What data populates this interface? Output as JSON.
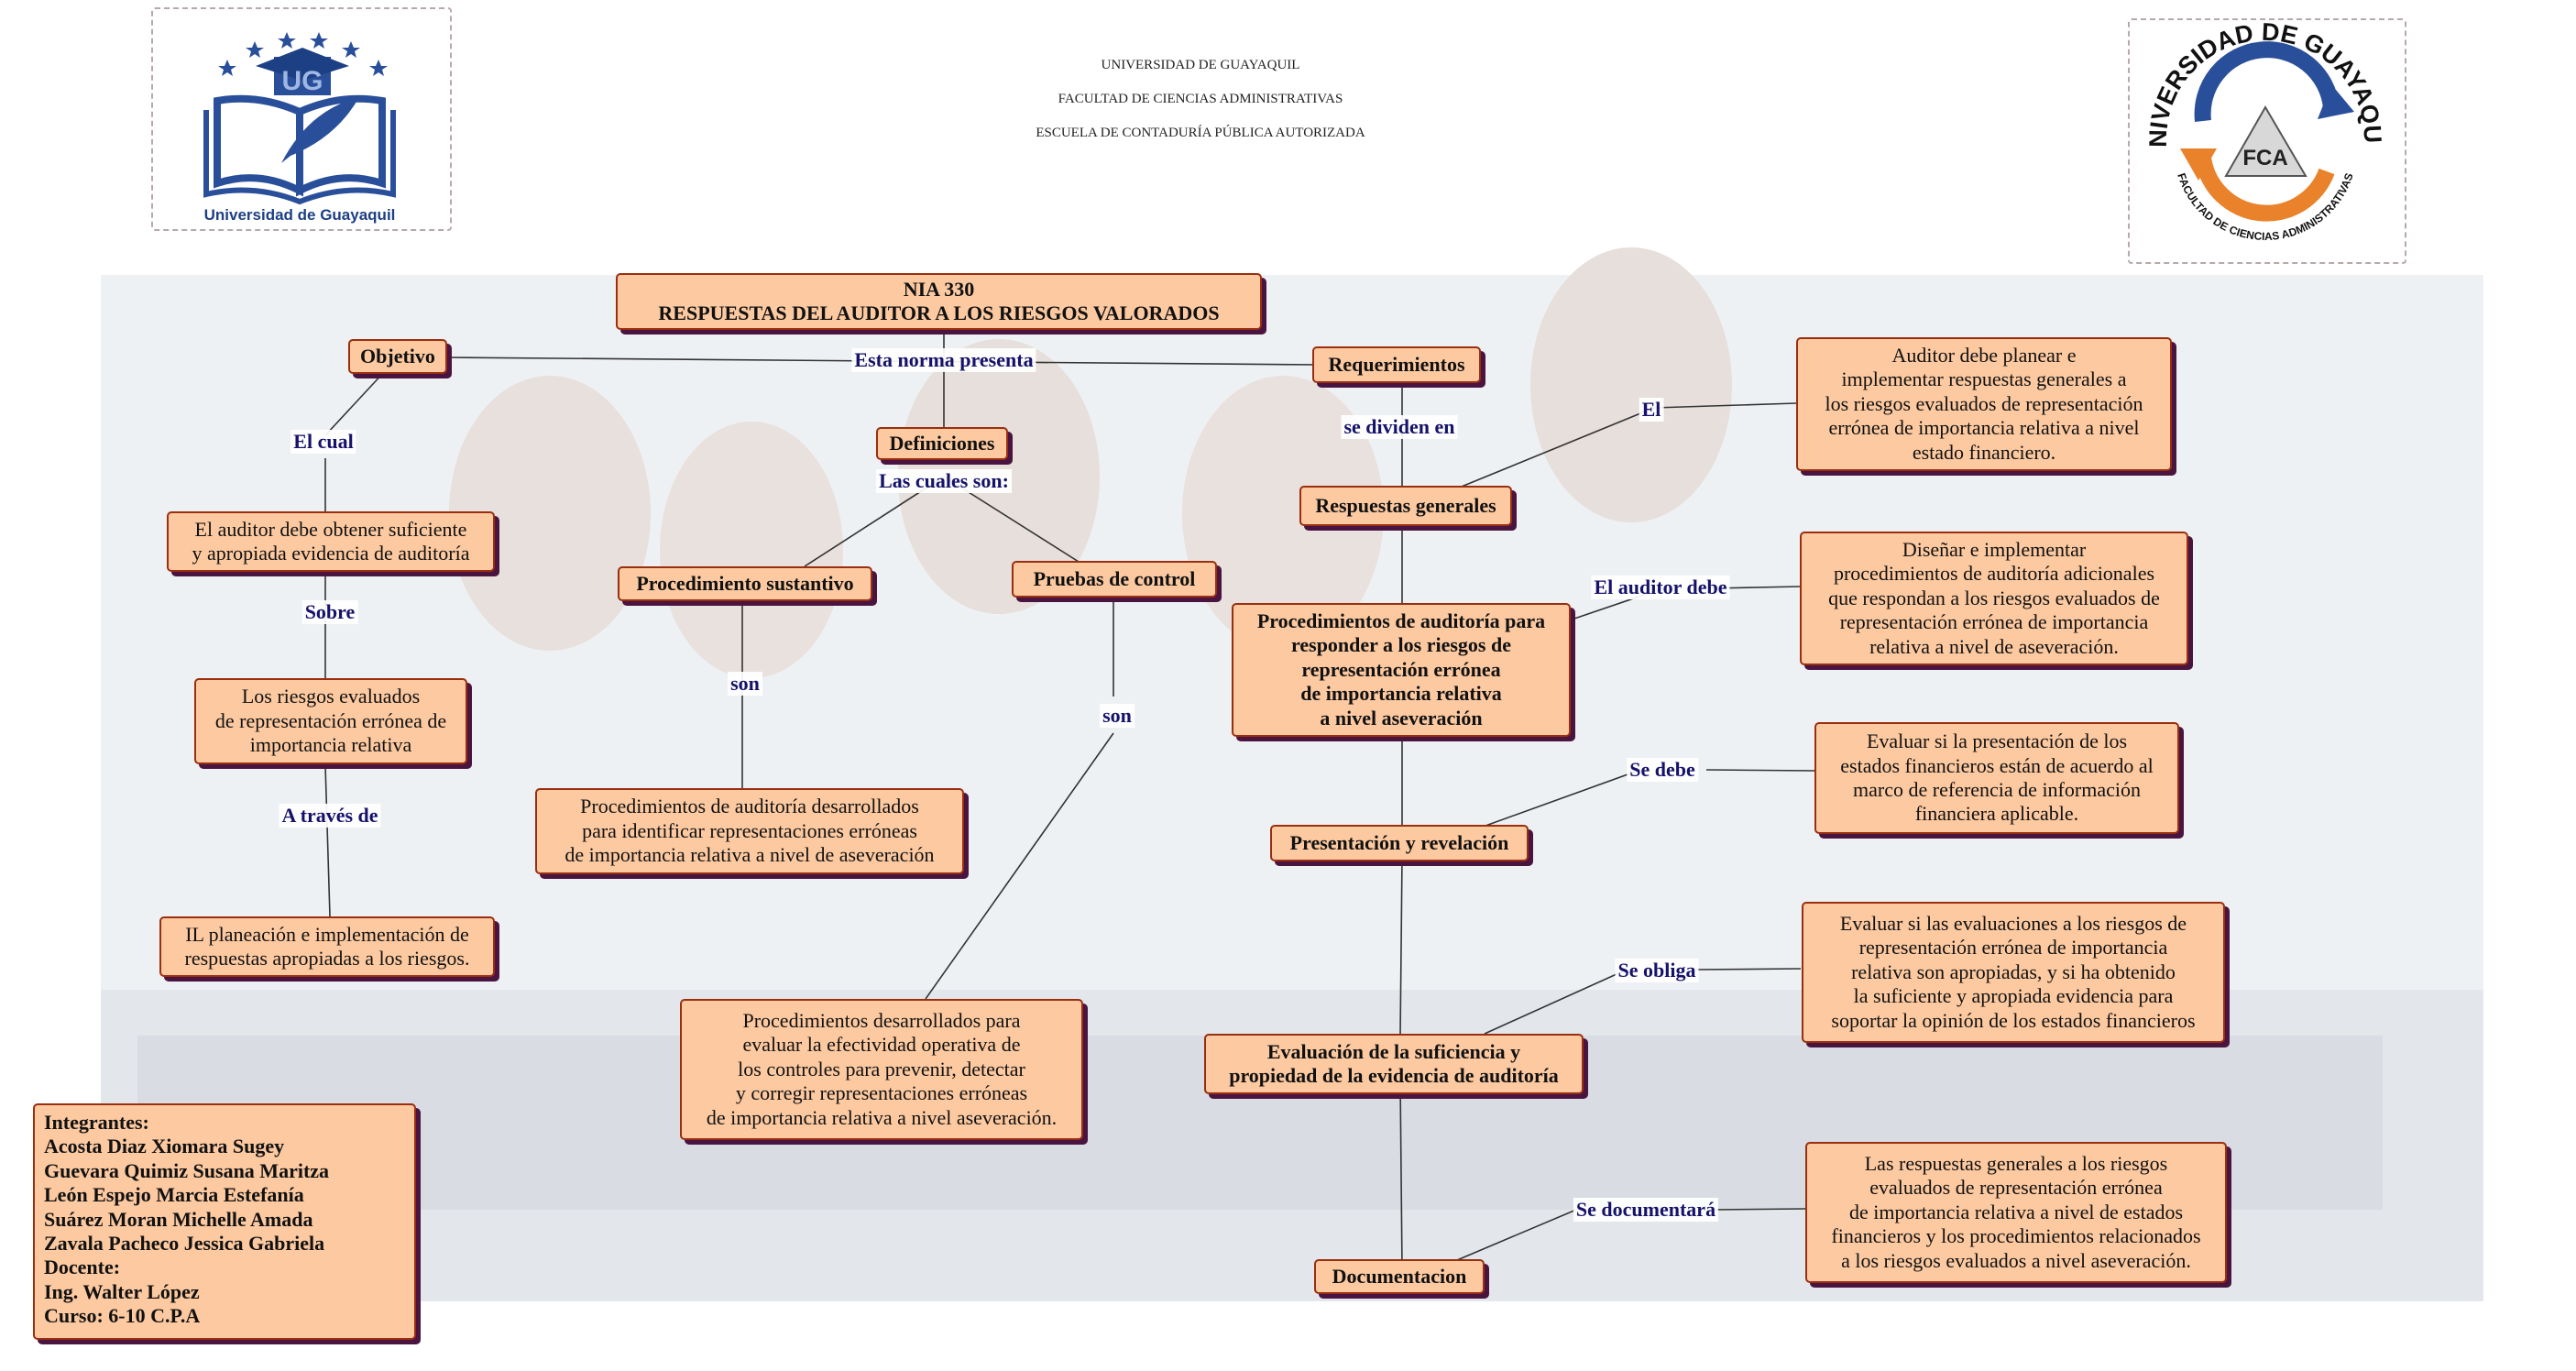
{
  "header": {
    "line1": "UNIVERSIDAD DE GUAYAQUIL",
    "line2": "FACULTAD DE CIENCIAS ADMINISTRATIVAS",
    "line3": "ESCUELA DE CONTADURÍA PÚBLICA AUTORIZADA"
  },
  "logos": {
    "left": {
      "caption": "Universidad de Guayaquil",
      "letters": "UG"
    },
    "right": {
      "top_text": "UNIVERSIDAD DE GUAYAQUIL",
      "bottom_text": "FACULTAD DE CIENCIAS ADMINISTRATIVAS",
      "center_text": "FCA"
    }
  },
  "title": {
    "line1": "NIA 330",
    "line2": "RESPUESTAS DEL AUDITOR A LOS RIESGOS VALORADOS"
  },
  "nodes": {
    "objetivo": "Objetivo",
    "requerimientos": "Requerimientos",
    "definiciones": "Definiciones",
    "obtener_evidencia": "El auditor debe obtener suficiente\ny apropiada evidencia de auditoría",
    "riesgos_evaluados": "Los riesgos evaluados\nde representación errónea de\nimportancia relativa",
    "planeacion": "IL planeación e implementación de\nrespuestas apropiadas a los riesgos.",
    "proc_sustantivo": "Procedimiento sustantivo",
    "pruebas_control": "Pruebas de control",
    "proc_sustantivo_def": "Procedimientos de auditoría desarrollados\npara identificar representaciones erróneas\nde importancia relativa a nivel de aseveración",
    "pruebas_control_def": "Procedimientos desarrollados para\nevaluar la efectividad operativa de\nlos controles para prevenir, detectar\ny corregir representaciones erróneas\nde importancia relativa a nivel aseveración.",
    "respuestas_generales": "Respuestas generales",
    "proc_auditoria": "Procedimientos de auditoría para\nresponder a los riesgos de\nrepresentación errónea\nde importancia relativa\na nivel aseveración",
    "presentacion": "Presentación y revelación",
    "evaluacion": "Evaluación de la suficiencia y\npropiedad de la evidencia de auditoría",
    "documentacion": "Documentacion",
    "rg_desc": "Auditor debe planear e\nimplementar respuestas generales a\nlos riesgos evaluados de representación\nerrónea de importancia relativa a nivel\nestado financiero.",
    "pa_desc": "Diseñar e implementar\nprocedimientos de auditoría adicionales\nque respondan a los riesgos evaluados de\nrepresentación errónea de importancia\nrelativa a nivel de aseveración.",
    "pr_desc": "Evaluar si la presentación de los\nestados financieros están de acuerdo al\nmarco de referencia de información\nfinanciera aplicable.",
    "ev_desc": "Evaluar si las evaluaciones a los riesgos de\nrepresentación errónea de importancia\nrelativa son apropiadas, y si ha obtenido\nla suficiente y apropiada evidencia para\nsoportar la opinión de los estados financieros",
    "doc_desc": "Las respuestas generales a los riesgos\nevaluados de representación errónea\nde importancia relativa a nivel de estados\nfinancieros y los procedimientos relacionados\na los riesgos evaluados a nivel aseveración.",
    "integrantes": "Integrantes:\nAcosta Diaz Xiomara Sugey\nGuevara Quimiz Susana Maritza\nLeón Espejo Marcia Estefanía\nSuárez Moran Michelle Amada\nZavala Pacheco Jessica Gabriela\nDocente:\nIng. Walter López\nCurso: 6-10 C.P.A"
  },
  "labels": {
    "esta_norma": "Esta norma presenta",
    "el_cual": "El cual",
    "sobre": "Sobre",
    "a_traves": "A través de",
    "las_cuales": "Las cuales son:",
    "son1": "son",
    "son2": "son",
    "se_dividen": "se dividen en",
    "el": "El",
    "el_auditor_debe": "El auditor debe",
    "se_debe": "Se debe",
    "se_obliga": "Se obliga",
    "se_documentara": "Se documentará"
  }
}
